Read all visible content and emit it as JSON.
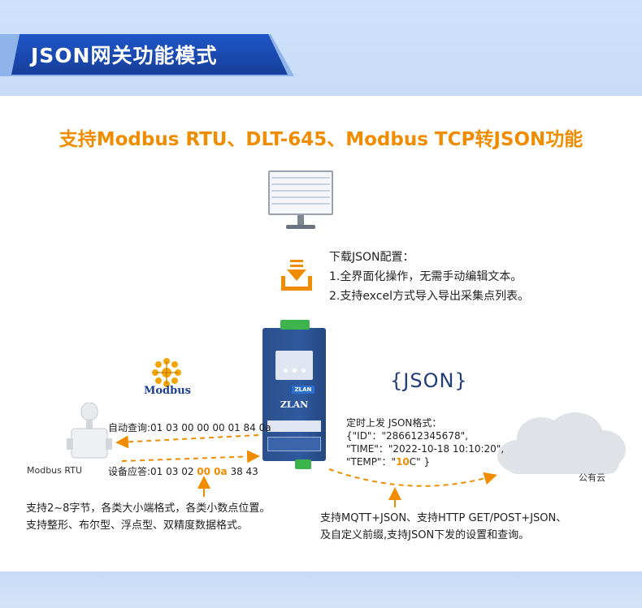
{
  "header": {
    "title": "JSON网关功能模式"
  },
  "headline": "支持Modbus RTU、DLT-645、Modbus TCP转JSON功能",
  "json_config": {
    "title": "下载JSON配置：",
    "items": [
      "1.全界面化操作，无需手动编辑文本。",
      "2.支持excel方式导入导出采集点列表。"
    ]
  },
  "device": {
    "brand_bar": "ZLAN",
    "brand": "ZLAN"
  },
  "modbus_logo": "Modbus",
  "json_logo": "{JSON}",
  "meter": {
    "label": "Modbus RTU"
  },
  "cloud": {
    "label": "公有云"
  },
  "query": "自动查询:01 03 00 00 00 01 84 0a",
  "response": {
    "prefix": "设备应答:01 03 02 ",
    "highlight": "00 0a",
    "suffix": " 38 43"
  },
  "report": {
    "title": "定时上发 JSON格式：",
    "line1": "{\"ID\"：\"286612345678\",",
    "line2": "\"TIME\"：\"2022-10-18 10:10:20\",",
    "line3_prefix": "\"TEMP\"：\"",
    "line3_highlight": "10",
    "line3_suffix": "C\" }"
  },
  "left_features": [
    "支持2~8字节，各类大小端格式，各类小数点位置。",
    "支持整形、布尔型、浮点型、双精度数据格式。"
  ],
  "right_features": [
    "支持MQTT+JSON、支持HTTP GET/POST+JSON、",
    "及自定义前缀,支持JSON下发的设置和查询。"
  ],
  "colors": {
    "accent": "#f08c00",
    "brand_blue": "#1f56c7",
    "device_blue": "#2f5aa0"
  }
}
